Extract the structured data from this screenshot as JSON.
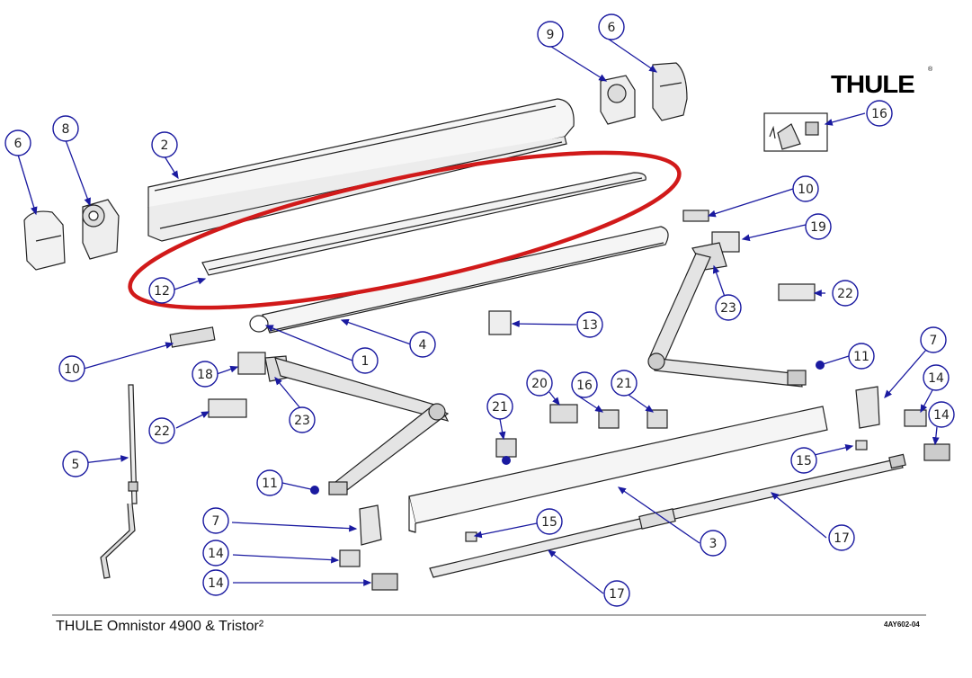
{
  "logo": {
    "text": "THULE"
  },
  "footer": {
    "title": "THULE Omnistor 4900 & Tristor²",
    "code": "4AY602-04"
  },
  "colors": {
    "callout": "#1a1aa0",
    "highlight": "#d11a1a",
    "line": "#222222",
    "footer_rule": "#555555"
  },
  "callouts": [
    {
      "id": "c1",
      "label": "1"
    },
    {
      "id": "c2",
      "label": "2"
    },
    {
      "id": "c3",
      "label": "3"
    },
    {
      "id": "c4",
      "label": "4"
    },
    {
      "id": "c5",
      "label": "5"
    },
    {
      "id": "c6a",
      "label": "6"
    },
    {
      "id": "c6b",
      "label": "6"
    },
    {
      "id": "c7a",
      "label": "7"
    },
    {
      "id": "c7b",
      "label": "7"
    },
    {
      "id": "c8",
      "label": "8"
    },
    {
      "id": "c9",
      "label": "9"
    },
    {
      "id": "c10a",
      "label": "10"
    },
    {
      "id": "c10b",
      "label": "10"
    },
    {
      "id": "c11a",
      "label": "11"
    },
    {
      "id": "c11b",
      "label": "11"
    },
    {
      "id": "c12",
      "label": "12"
    },
    {
      "id": "c13",
      "label": "13"
    },
    {
      "id": "c14a",
      "label": "14"
    },
    {
      "id": "c14b",
      "label": "14"
    },
    {
      "id": "c14c",
      "label": "14"
    },
    {
      "id": "c14d",
      "label": "14"
    },
    {
      "id": "c15a",
      "label": "15"
    },
    {
      "id": "c15b",
      "label": "15"
    },
    {
      "id": "c16a",
      "label": "16"
    },
    {
      "id": "c16b",
      "label": "16"
    },
    {
      "id": "c17a",
      "label": "17"
    },
    {
      "id": "c17b",
      "label": "17"
    },
    {
      "id": "c18",
      "label": "18"
    },
    {
      "id": "c19",
      "label": "19"
    },
    {
      "id": "c20",
      "label": "20"
    },
    {
      "id": "c21a",
      "label": "21"
    },
    {
      "id": "c21b",
      "label": "21"
    },
    {
      "id": "c22a",
      "label": "22"
    },
    {
      "id": "c22b",
      "label": "22"
    },
    {
      "id": "c23a",
      "label": "23"
    },
    {
      "id": "c23b",
      "label": "23"
    }
  ]
}
